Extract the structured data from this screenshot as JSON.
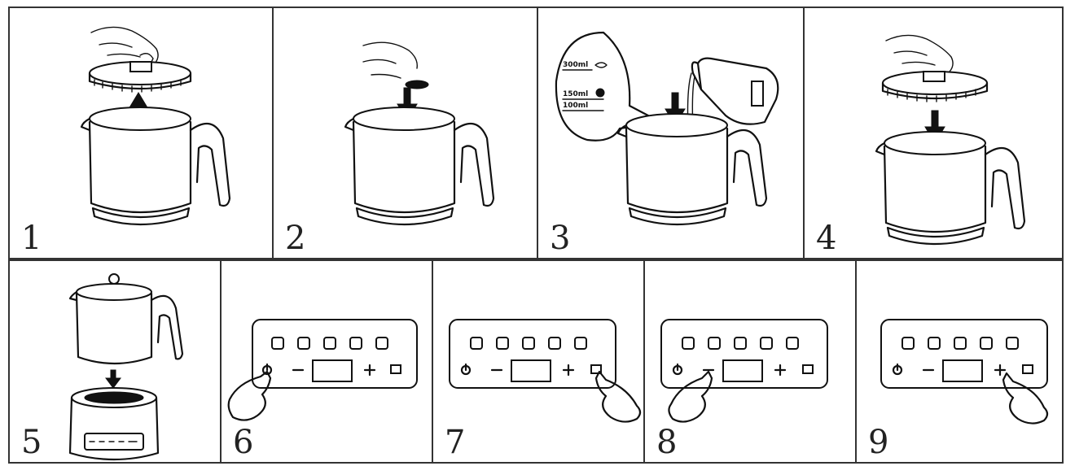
{
  "steps": [
    {
      "number": "1"
    },
    {
      "number": "2"
    },
    {
      "number": "3"
    },
    {
      "number": "4"
    },
    {
      "number": "5"
    },
    {
      "number": "6"
    },
    {
      "number": "7"
    },
    {
      "number": "8"
    },
    {
      "number": "9"
    }
  ],
  "calibration": {
    "mark_300": "300ml",
    "mark_150": "150ml",
    "mark_100": "100ml"
  }
}
